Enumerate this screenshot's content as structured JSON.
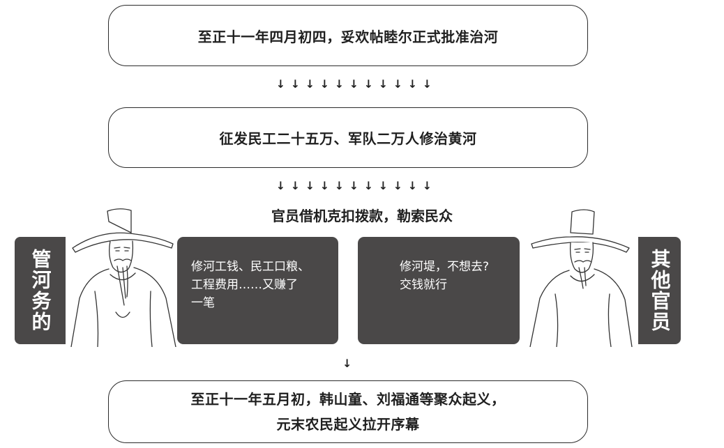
{
  "steps": {
    "step1": "至正十一年四月初四，妥欢帖睦尔正式批准治河",
    "step2": "征发民工二十五万、军队二万人修治黄河",
    "middle_heading": "官员借机克扣拨款，勒索民众",
    "final_line1": "至正十一年五月初，韩山童、刘福通等聚众起义，",
    "final_line2": "元末农民起义拉开序幕"
  },
  "arrows": {
    "row_glyph": "↓",
    "single": "↓"
  },
  "left_official": {
    "label": "管河务的",
    "speech_line1": "修河工钱、民工口粮、",
    "speech_line2": "工程费用……又赚了",
    "speech_line3": "一笔"
  },
  "right_official": {
    "label": "其他官员",
    "speech_line1": "修河堤，不想去?",
    "speech_line2": "交钱就行"
  },
  "colors": {
    "panel_dark": "#4a4848",
    "box_border": "#2a2a2a",
    "text": "#1f1f1f"
  }
}
